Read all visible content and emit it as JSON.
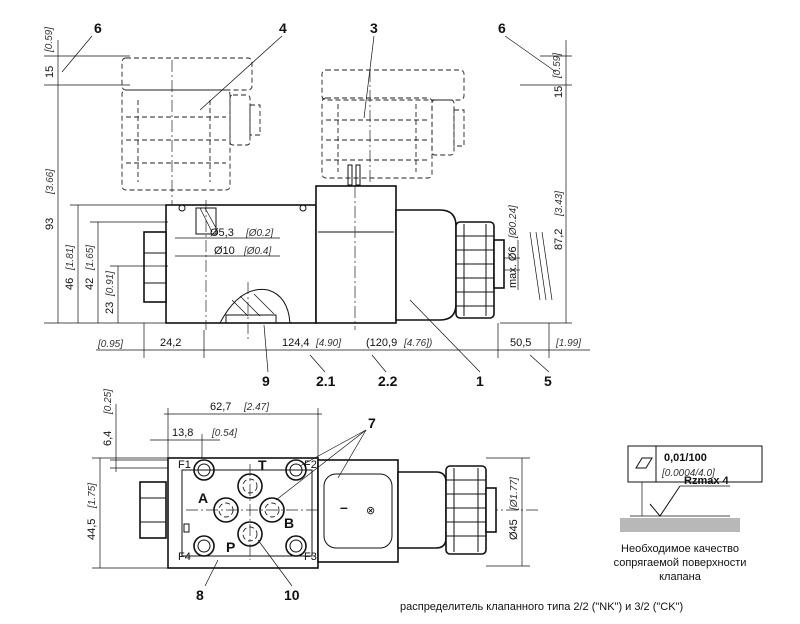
{
  "callouts": {
    "c1": "1",
    "c2_1": "2.1",
    "c2_2": "2.2",
    "c3": "3",
    "c4": "4",
    "c5": "5",
    "c6a": "6",
    "c6b": "6",
    "c7": "7",
    "c8": "8",
    "c9": "9",
    "c10": "10"
  },
  "top_dims": {
    "d15_left": "15",
    "d059_left": "[0.59]",
    "d15_right": "15",
    "d059_right": "[0.59]",
    "d93": "93",
    "d93_in": "[3.66]",
    "d46": "46",
    "d46_in": "[1.81]",
    "d42": "42",
    "d42_in": "[1.65]",
    "d23": "23",
    "d23_in": "[0.91]",
    "hole_small": "Ø5,3",
    "hole_small_in": "[Ø0.2]",
    "hole_big": "Ø10",
    "hole_big_in": "[Ø0.4]",
    "max_d6": "max. Ø6",
    "max_d6_in": "[Ø0.24]",
    "d87_2": "87,2",
    "d87_2_in": "[3.43]",
    "d095": "[0.95]",
    "d24_2": "24,2",
    "d124_4": "124,4",
    "d124_4_in": "[4.90]",
    "d120_9": "(120,9",
    "d120_9_in": "[4.76])",
    "d50_5": "50,5",
    "d50_5_in": "[1.99]"
  },
  "bottom_dims": {
    "d6_4": "6,4",
    "d6_4_in": "[0.25]",
    "d62_7": "62,7",
    "d62_7_in": "[2.47]",
    "d13_8": "13,8",
    "d13_8_in": "[0.54]",
    "d44_5": "44,5",
    "d44_5_in": "[1.75]",
    "d45": "Ø45",
    "d45_in": "[Ø1.77]"
  },
  "ports": {
    "T": "T",
    "A": "A",
    "B": "B",
    "P": "P",
    "F1": "F1",
    "F2": "F2",
    "F3": "F3",
    "F4": "F4"
  },
  "solenoid_symbol": {
    "dash": "–",
    "circle": "⊗"
  },
  "surface_note": {
    "flatness": "0,01/100",
    "flatness_in": "[0.0004/4.0]",
    "roughness": "Rzmax  4",
    "line1": "Необходимое качество",
    "line2": "сопрягаемой поверхности",
    "line3": "клапана"
  },
  "caption": "распределитель клапанного типа 2/2 (\"NK\") и 3/2 (\"CK\")"
}
